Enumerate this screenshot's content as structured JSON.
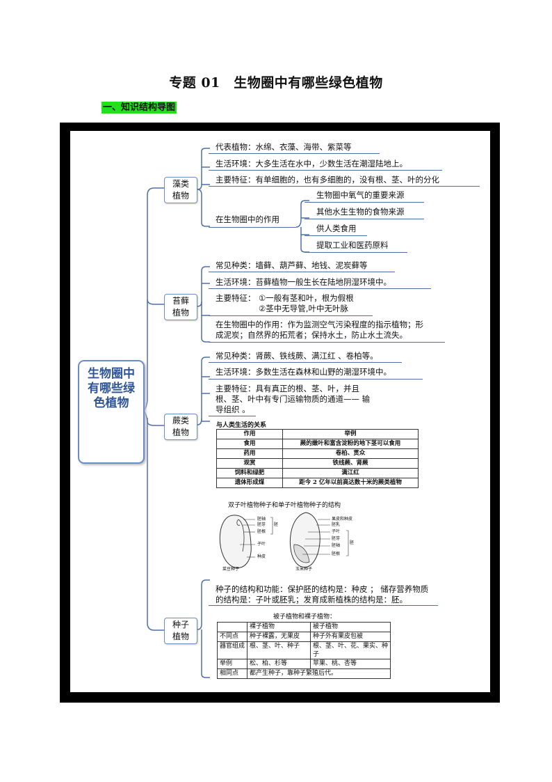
{
  "title": "专题 01　生物圈中有哪些绿色植物",
  "section": "一、知识结构导图",
  "root": "生物圈中有哪些绿色植物",
  "algae": {
    "label": "藻类植物",
    "rep": "代表植物：水绵、衣藻、海带、紫菜等",
    "env": "生活环境：大多生活在水中，少数生活在潮湿陆地上。",
    "feat": "主要特征：有单细胞的，也有多细胞的，没有根、茎、叶的分化",
    "role_title": "在生物圈中的作用",
    "roles": [
      "生物圈中氧气的重要来源",
      "其他水生生物的食物来源",
      "供人类食用",
      "提取工业和医药原料"
    ]
  },
  "moss": {
    "label": "苔藓植物",
    "common": "常见种类：墙藓、葫芦藓、地钱、泥炭藓等",
    "env": "生活环境：苔藓植物一般生长在陆地阴湿环境中。",
    "feat_label": "主要特征：",
    "feat1": "①一般有茎和叶，根为假根",
    "feat2": "②茎中无导管,叶中无叶脉",
    "role1": "在生物圈中的作用：作为监测空气污染程度的指示植物；形",
    "role2": "成泥炭；自然界的拓荒者；保持水土，防止水土流失。"
  },
  "fern": {
    "label": "蕨类植物",
    "common": "常见种类：肾蕨、铁线蕨、满江红 、卷柏等。",
    "env": "生活环境：多数生活在森林和山野的潮湿环境中。",
    "feat1": "主要特征：具有真正的根、茎、叶，并且",
    "feat2": "根、茎、叶中有专门运输物质的通道—— 输",
    "feat3": "导组织 。",
    "table_caption": "与人类生活的关系",
    "table": {
      "header": [
        "作用",
        "举例"
      ],
      "rows": [
        [
          "食用",
          "蕨的嫩叶和富含淀粉的地下茎可以食用"
        ],
        [
          "药用",
          "卷柏、贯众"
        ],
        [
          "观赏",
          "铁线蕨、肾蕨"
        ],
        [
          "饲料和绿肥",
          "满江红"
        ],
        [
          "遗体形成煤",
          "距今 2 亿年以前高达数十米的蕨类植物"
        ]
      ]
    }
  },
  "seed_fig": {
    "caption": "双子叶植物种子和单子叶植物种子的结构",
    "left_labels": [
      "胚轴",
      "胚芽",
      "胚根",
      "子叶",
      "种皮"
    ],
    "left_group": "胚",
    "left_name": "菜豆种子",
    "right_labels": [
      "果皮和种皮",
      "胚乳",
      "子叶",
      "胚芽",
      "胚轴",
      "胚根"
    ],
    "right_group": "胚",
    "right_name": "玉米种子"
  },
  "seed": {
    "label": "种子植物",
    "text1": "种子的结构和功能：保护胚的结构是：种皮 ； 储存营养物质",
    "text2": "的结构是：子叶或胚乳；发育成新植株的结构是：胚。",
    "table_caption": "被子植物和裸子植物：",
    "table": {
      "header": [
        "",
        "裸子植物",
        "被子植物"
      ],
      "rows": [
        [
          "不同点",
          "种子裸露，无果皮",
          "种子外有果皮包被"
        ],
        [
          "器官组成",
          "根、茎、叶、种子",
          "根、茎、叶、花、果实、种子"
        ],
        [
          "举例",
          "松、柏、杉等",
          "苹果、桃、杏等"
        ],
        [
          "相同点",
          "都产生种子，靠种子繁殖后代。",
          ""
        ]
      ]
    }
  }
}
